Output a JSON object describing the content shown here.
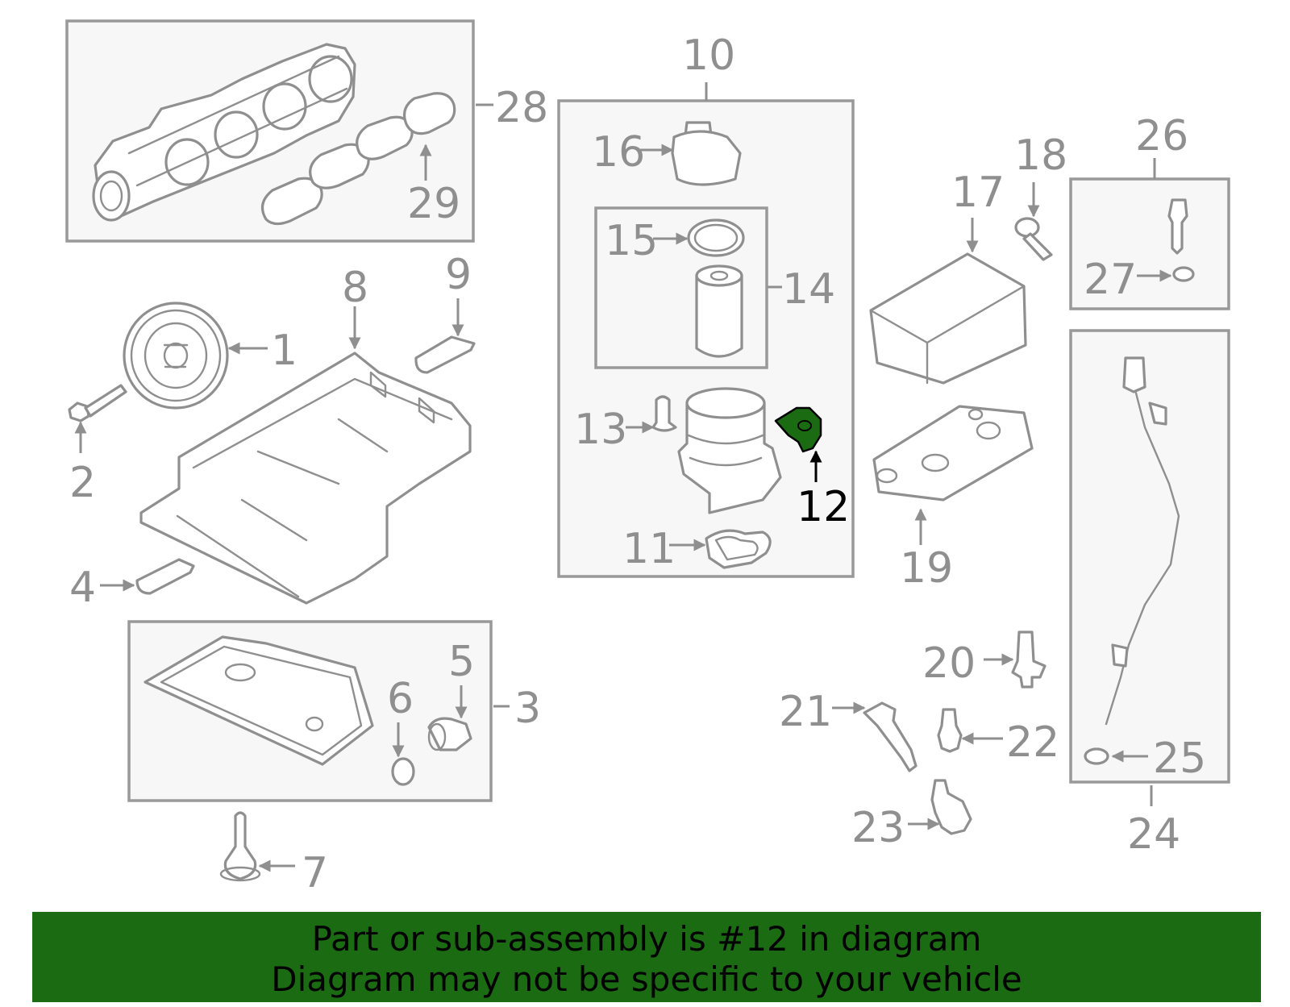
{
  "callouts": {
    "c1": "1",
    "c2": "2",
    "c3": "3",
    "c4": "4",
    "c5": "5",
    "c6": "6",
    "c7": "7",
    "c8": "8",
    "c9": "9",
    "c10": "10",
    "c11": "11",
    "c12": "12",
    "c13": "13",
    "c14": "14",
    "c15": "15",
    "c16": "16",
    "c17": "17",
    "c18": "18",
    "c19": "19",
    "c20": "20",
    "c21": "21",
    "c22": "22",
    "c23": "23",
    "c24": "24",
    "c25": "25",
    "c26": "26",
    "c27": "27",
    "c28": "28",
    "c29": "29"
  },
  "highlight": {
    "part_number": "12",
    "color": "#1a6b12"
  },
  "banner": {
    "line1": "Part or sub-assembly is #12 in diagram",
    "line2": "Diagram may not be specific to your vehicle",
    "background": "#1a6b12"
  }
}
